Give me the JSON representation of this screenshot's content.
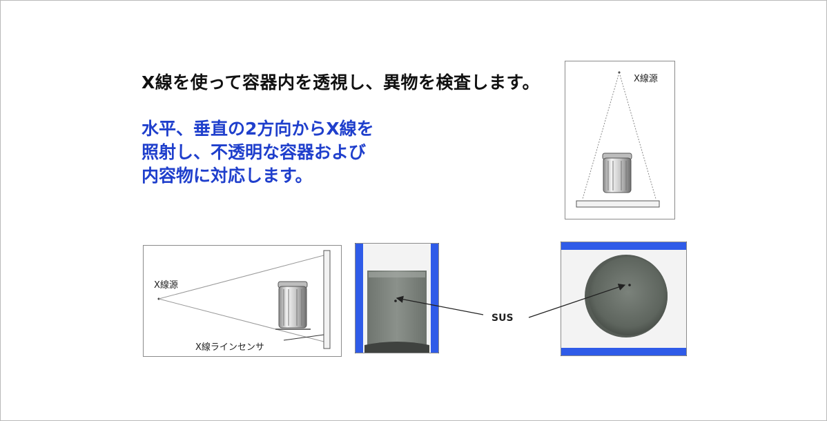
{
  "headline": "X線を使って容器内を透視し、異物を検査します。",
  "description_lines": [
    "水平、垂直の2方向からX線を",
    "照射し、不透明な容器および",
    "内容物に対応します。"
  ],
  "labels": {
    "xray_source_top": "X線源",
    "xray_source_side": "X線源",
    "line_sensor": "X線ラインセンサ",
    "contaminant": "SUS"
  },
  "colors": {
    "headline": "#111111",
    "description": "#1f3fcc",
    "side_bars": "#2f5be8",
    "frame": "#b9b9b9"
  }
}
